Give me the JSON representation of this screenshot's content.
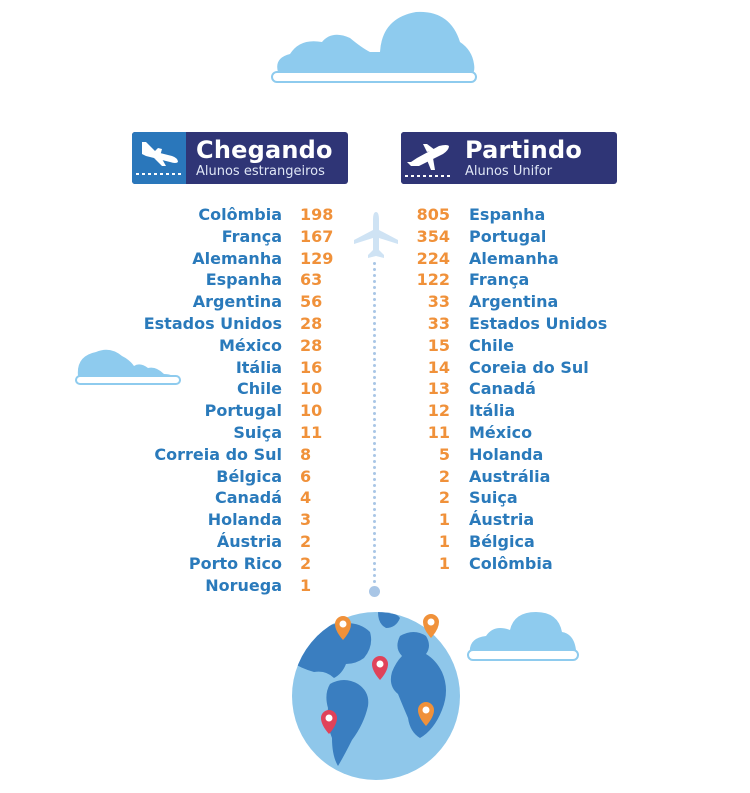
{
  "arriving": {
    "title": "Chegando",
    "subtitle": "Alunos estrangeiros",
    "icon": "airplane-landing-icon",
    "rows": [
      {
        "country": "Colômbia",
        "count": "198"
      },
      {
        "country": "França",
        "count": "167"
      },
      {
        "country": "Alemanha",
        "count": "129"
      },
      {
        "country": "Espanha",
        "count": "63"
      },
      {
        "country": "Argentina",
        "count": "56"
      },
      {
        "country": "Estados Unidos",
        "count": "28"
      },
      {
        "country": "México",
        "count": "28"
      },
      {
        "country": "Itália",
        "count": "16"
      },
      {
        "country": "Chile",
        "count": "10"
      },
      {
        "country": "Portugal",
        "count": "10"
      },
      {
        "country": "Suiça",
        "count": "11"
      },
      {
        "country": "Correia do Sul",
        "count": "8"
      },
      {
        "country": "Bélgica",
        "count": "6"
      },
      {
        "country": "Canadá",
        "count": "4"
      },
      {
        "country": "Holanda",
        "count": "3"
      },
      {
        "country": "Áustria",
        "count": "2"
      },
      {
        "country": "Porto Rico",
        "count": "2"
      },
      {
        "country": "Noruega",
        "count": "1"
      }
    ]
  },
  "departing": {
    "title": "Partindo",
    "subtitle": "Alunos Unifor",
    "icon": "airplane-takeoff-icon",
    "rows": [
      {
        "country": "Espanha",
        "count": "805"
      },
      {
        "country": "Portugal",
        "count": "354"
      },
      {
        "country": "Alemanha",
        "count": "224"
      },
      {
        "country": "França",
        "count": "122"
      },
      {
        "country": "Argentina",
        "count": "33"
      },
      {
        "country": "Estados Unidos",
        "count": "33"
      },
      {
        "country": "Chile",
        "count": "15"
      },
      {
        "country": "Coreia do Sul",
        "count": "14"
      },
      {
        "country": "Canadá",
        "count": "13"
      },
      {
        "country": "Itália",
        "count": "12"
      },
      {
        "country": "México",
        "count": "11"
      },
      {
        "country": "Holanda",
        "count": "5"
      },
      {
        "country": "Austrália",
        "count": "2"
      },
      {
        "country": "Suiça",
        "count": "2"
      },
      {
        "country": "Áustria",
        "count": "1"
      },
      {
        "country": "Bélgica",
        "count": "1"
      },
      {
        "country": "Colômbia",
        "count": "1"
      }
    ]
  },
  "colors": {
    "panel": "#2f3576",
    "panel_icon_box_left": "#2a77bb",
    "country_text": "#2a7abb",
    "count_text": "#f0913a",
    "cloud": "#8ecbee",
    "globe_ocean": "#8fc7ea",
    "globe_land": "#3a7ec0",
    "pin_orange": "#f0913a",
    "pin_red": "#e0425a"
  },
  "decorations": [
    "cloud-icon",
    "airplane-icon",
    "globe-icon",
    "map-pin-icon"
  ]
}
